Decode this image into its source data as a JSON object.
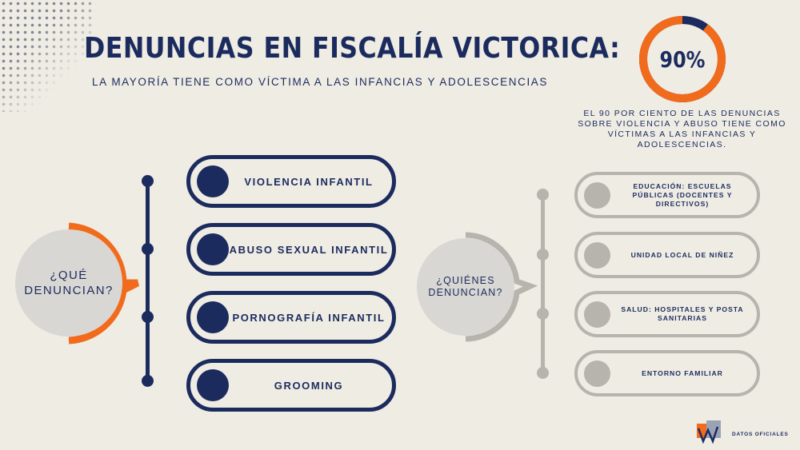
{
  "header": {
    "title": "DENUNCIAS EN FISCALÍA VICTORICA:",
    "subtitle": "LA MAYORÍA TIENE COMO VÍCTIMA A LAS INFANCIAS Y ADOLESCENCIAS"
  },
  "stat": {
    "percent_label": "90%",
    "percent_value": 90,
    "description": "EL 90 POR CIENTO DE LAS DENUNCIAS SOBRE VIOLENCIA Y ABUSO TIENE COMO VÍCTIMAS A LAS INFANCIAS Y ADOLESCENCIAS."
  },
  "left": {
    "question": "¿QUÉ DENUNCIAN?",
    "items": [
      {
        "label": "VIOLENCIA INFANTIL"
      },
      {
        "label": "ABUSO SEXUAL INFANTIL"
      },
      {
        "label": "PORNOGRAFÍA INFANTIL"
      },
      {
        "label": "GROOMING"
      }
    ]
  },
  "right": {
    "question": "¿QUIÉNES DENUNCIAN?",
    "items": [
      {
        "label": "EDUCACIÓN: ESCUELAS PÚBLICAS (DOCENTES Y DIRECTIVOS)"
      },
      {
        "label": "UNIDAD LOCAL DE NIÑEZ"
      },
      {
        "label": "SALUD: HOSPITALES Y POSTA SANITARIAS"
      },
      {
        "label": "ENTORNO FAMILIAR"
      }
    ]
  },
  "footer": {
    "source": "DATOS OFICIALES"
  },
  "colors": {
    "navy": "#1b2b5e",
    "orange": "#f26a1b",
    "gray": "#b7b3ad",
    "background": "#efece4"
  }
}
